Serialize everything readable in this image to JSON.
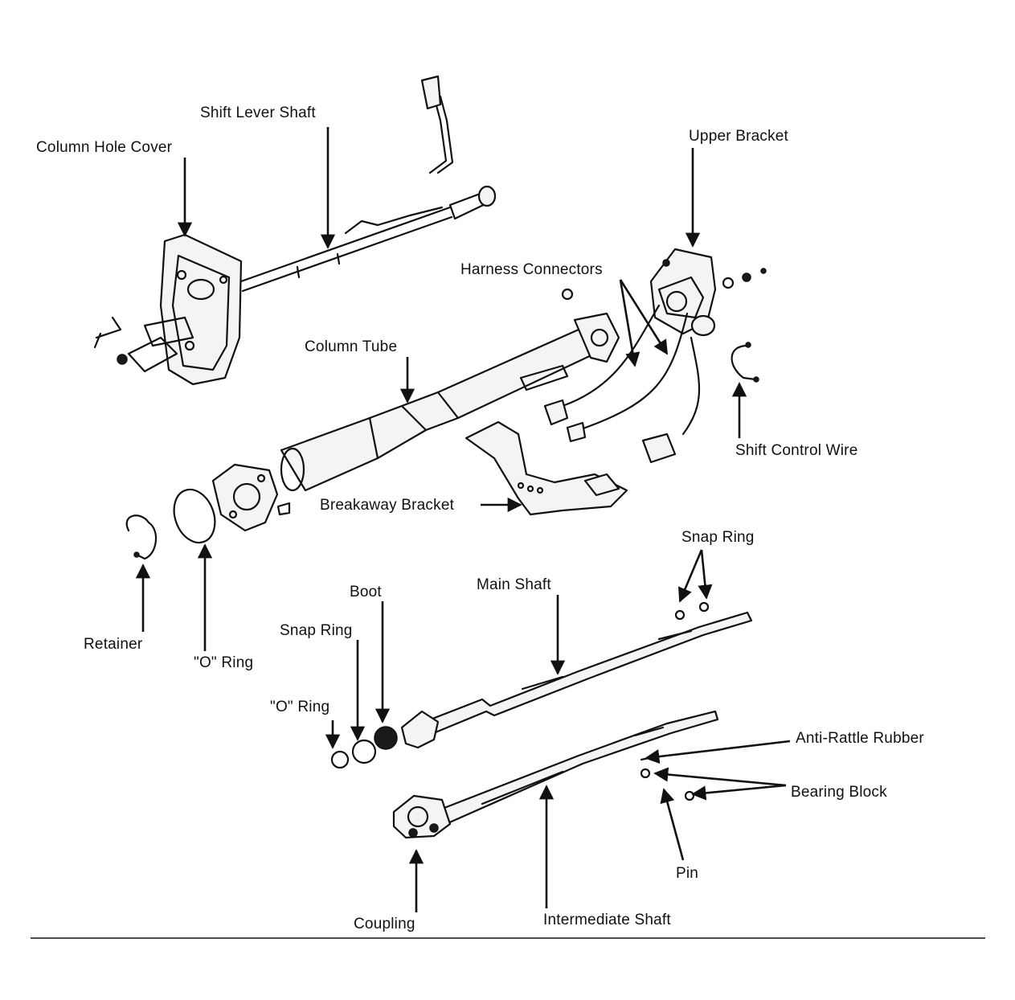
{
  "labels": {
    "shift_lever_shaft": "Shift Lever Shaft",
    "column_hole_cover": "Column Hole Cover",
    "upper_bracket": "Upper Bracket",
    "harness_connectors": "Harness Connectors",
    "column_tube": "Column Tube",
    "shift_control_wire": "Shift Control Wire",
    "breakaway_bracket": "Breakaway Bracket",
    "snap_ring_upper": "Snap Ring",
    "boot": "Boot",
    "main_shaft": "Main Shaft",
    "retainer": "Retainer",
    "o_ring_upper": "\"O\" Ring",
    "snap_ring_lower": "Snap Ring",
    "o_ring_lower": "\"O\" Ring",
    "anti_rattle_rubber": "Anti-Rattle Rubber",
    "bearing_block": "Bearing Block",
    "pin": "Pin",
    "coupling": "Coupling",
    "intermediate_shaft": "Intermediate Shaft"
  }
}
